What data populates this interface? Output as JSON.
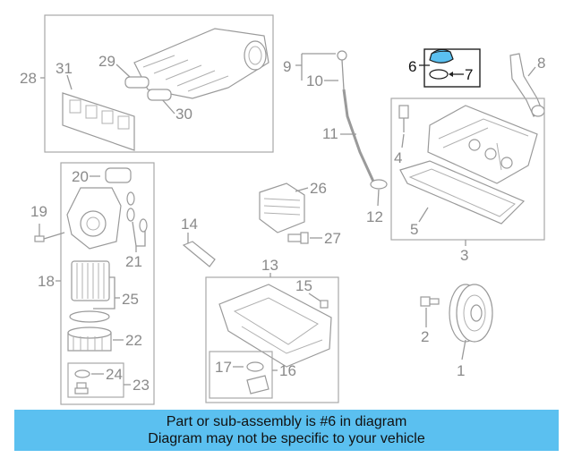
{
  "callouts": {
    "c1": "1",
    "c2": "2",
    "c3": "3",
    "c4": "4",
    "c5": "5",
    "c6": "6",
    "c7": "7",
    "c8": "8",
    "c9": "9",
    "c10": "10",
    "c11": "11",
    "c12": "12",
    "c13": "13",
    "c14": "14",
    "c15": "15",
    "c16": "16",
    "c17": "17",
    "c18": "18",
    "c19": "19",
    "c20": "20",
    "c21": "21",
    "c22": "22",
    "c23": "23",
    "c24": "24",
    "c25": "25",
    "c26": "26",
    "c27": "27",
    "c28": "28",
    "c29": "29",
    "c30": "30",
    "c31": "31"
  },
  "highlight": {
    "part": "6",
    "color": "#5bc0f0"
  },
  "banner": {
    "line1": "Part or sub-assembly is #6 in diagram",
    "line2": "Diagram may not be specific to your vehicle",
    "color": "#5bc0f0"
  }
}
